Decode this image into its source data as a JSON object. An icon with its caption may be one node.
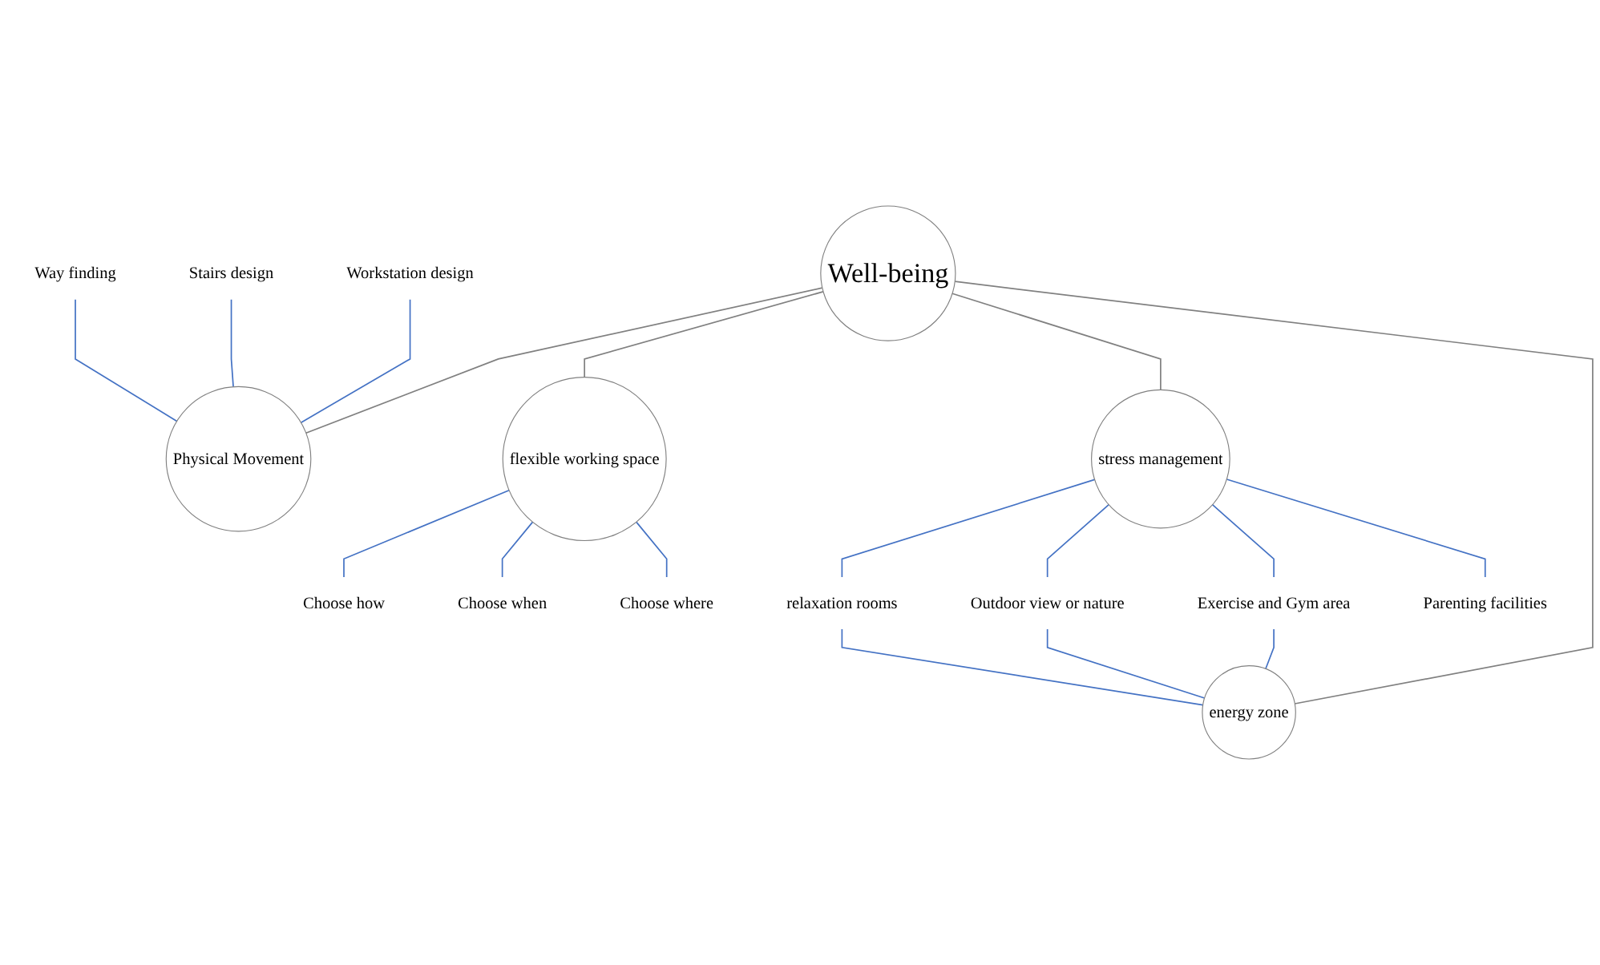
{
  "diagram": {
    "nodes": [
      {
        "text": [
          "Well-being"
        ]
      },
      {
        "text": [
          "Physical Movement"
        ]
      },
      {
        "text": [
          "flexible working space"
        ]
      },
      {
        "text": [
          "stress management"
        ]
      },
      {
        "text": [
          "energy zone"
        ]
      },
      {
        "text": [
          "Way finding"
        ]
      },
      {
        "text": [
          "Stairs design"
        ]
      },
      {
        "text": [
          "Workstation design"
        ]
      },
      {
        "text": [
          "Choose how"
        ]
      },
      {
        "text": [
          "Choose when"
        ]
      },
      {
        "text": [
          "Choose where"
        ]
      },
      {
        "text": [
          "relaxation rooms"
        ]
      },
      {
        "text": [
          "Outdoor view or nature"
        ]
      },
      {
        "text": [
          "Exercise and Gym area"
        ]
      },
      {
        "text": [
          "Parenting facilities"
        ]
      }
    ],
    "edges": [
      {
        "from": 0,
        "to": 1,
        "arrow": "none",
        "color": "#808080"
      },
      {
        "from": 0,
        "to": 2,
        "arrow": "none",
        "color": "#808080"
      },
      {
        "from": 0,
        "to": 3,
        "arrow": "none",
        "color": "#808080"
      },
      {
        "from": 0,
        "to": 4,
        "arrow": "none",
        "color": "#808080"
      },
      {
        "from": 5,
        "to": 1,
        "arrow": "none"
      },
      {
        "from": 6,
        "to": 1,
        "arrow": "none"
      },
      {
        "from": 7,
        "to": 1,
        "arrow": "none"
      },
      {
        "from": 2,
        "to": 8,
        "arrow": "none"
      },
      {
        "from": 2,
        "to": 9,
        "arrow": "none"
      },
      {
        "from": 2,
        "to": 10,
        "arrow": "none"
      },
      {
        "from": 3,
        "to": 11,
        "arrow": "none"
      },
      {
        "from": 11,
        "to": 4,
        "arrow": "none"
      },
      {
        "from": 3,
        "to": 12,
        "arrow": "none"
      },
      {
        "from": 12,
        "to": 4,
        "arrow": "none"
      },
      {
        "from": 3,
        "to": 13,
        "arrow": "none"
      },
      {
        "from": 13,
        "to": 4,
        "arrow": "none"
      },
      {
        "from": 3,
        "to": 14,
        "arrow": "none"
      }
    ]
  }
}
